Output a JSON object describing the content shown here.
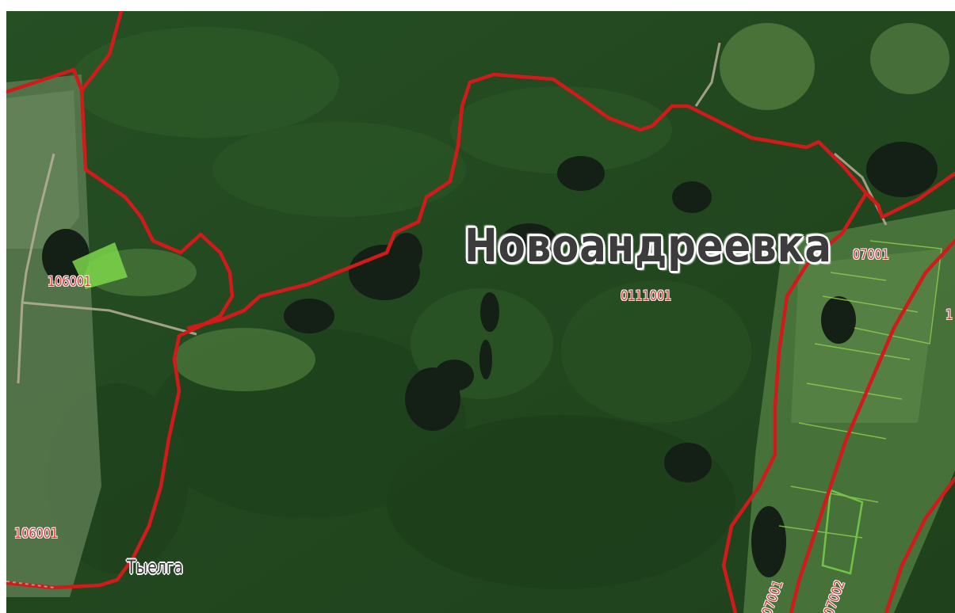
{
  "map": {
    "place_labels": {
      "large": "Новоандреевка",
      "small": "Тыелга"
    },
    "parcel_codes": {
      "west_upper": "106001",
      "west_lower": "106001",
      "central": "0111001",
      "east_partial": "07001",
      "east_edge_partial": "1",
      "southeast_partial_1": "07001",
      "southeast_partial_2": "07002"
    },
    "colors": {
      "boundary": "#d11a1a",
      "highlight_parcel": "#7cd64a",
      "parcel_outline": "#8fd04f",
      "code_text": "#d43a3a"
    },
    "layers": [
      "satellite-imagery",
      "cadastral-boundaries",
      "parcel-outlines",
      "place-labels"
    ]
  }
}
